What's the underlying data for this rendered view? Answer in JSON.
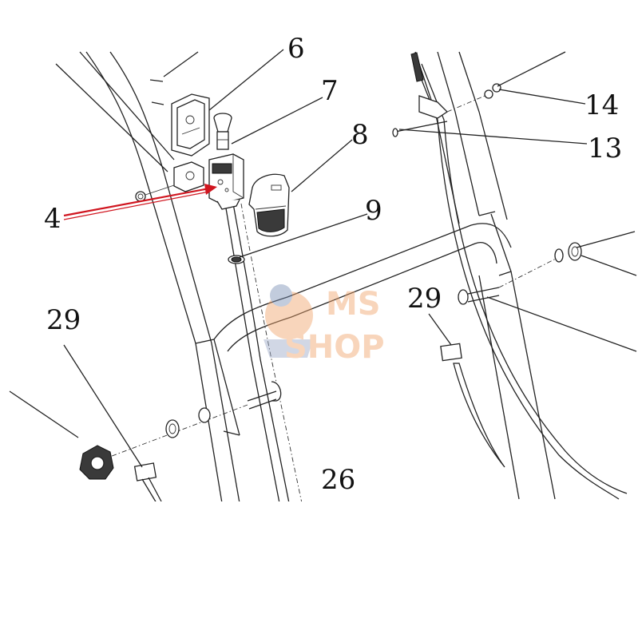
{
  "callouts": {
    "c6": "6",
    "c7": "7",
    "c8": "8",
    "c14": "14",
    "c13": "13",
    "c4": "4",
    "c9": "9",
    "c29_right": "29",
    "c29_left": "29",
    "c26": "26"
  },
  "watermark": {
    "line1": "MS",
    "line2": "SHOP"
  },
  "colors": {
    "highlight_arrow": "#d0151f",
    "watermark": "#f0a36a",
    "ink": "#222222"
  }
}
